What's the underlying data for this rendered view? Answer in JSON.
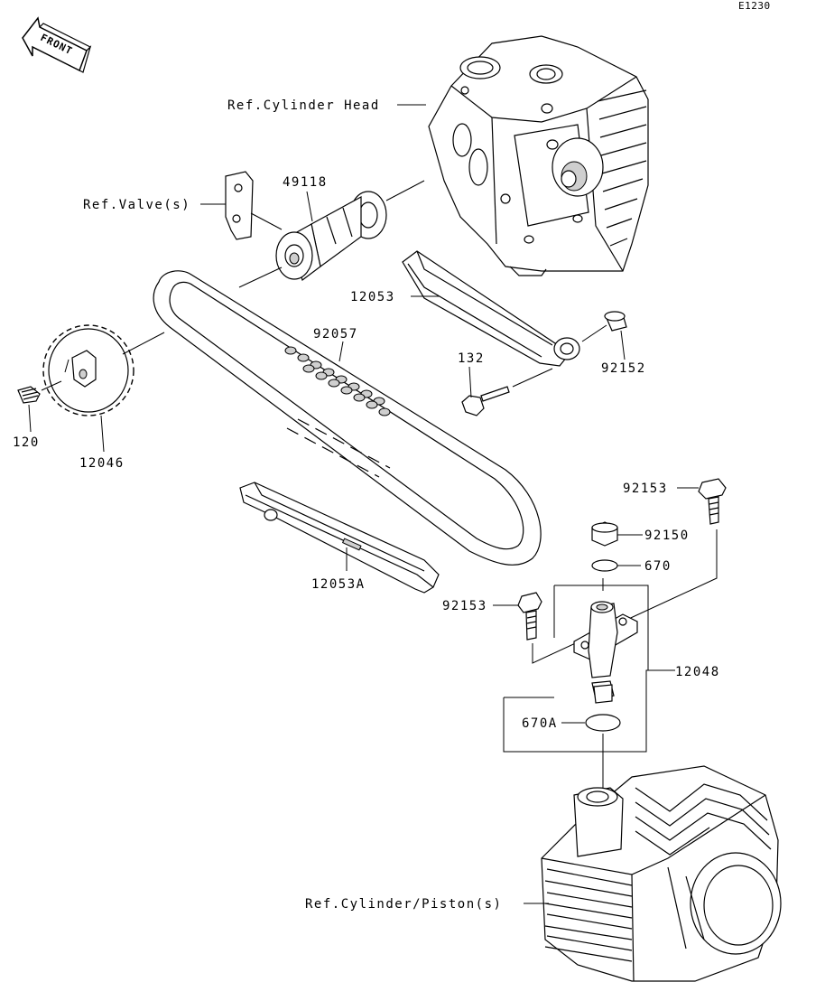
{
  "diagram_code": "E1230",
  "front_label": "FRONT",
  "callouts": {
    "ref_cylinder_head": "Ref.Cylinder Head",
    "ref_valves": "Ref.Valve(s)",
    "camshaft": "49118",
    "guide_upper": "12053",
    "chain": "92057",
    "bolt_132": "132",
    "pin_92152": "92152",
    "bolt_120": "120",
    "sprocket": "12046",
    "guide_lower": "12053A",
    "bolt_92153_top": "92153",
    "bolt_92150": "92150",
    "oring_670": "670",
    "bolt_92153_left": "92153",
    "tensioner": "12048",
    "oring_670a": "670A",
    "ref_cylinder_piston": "Ref.Cylinder/Piston(s)"
  }
}
